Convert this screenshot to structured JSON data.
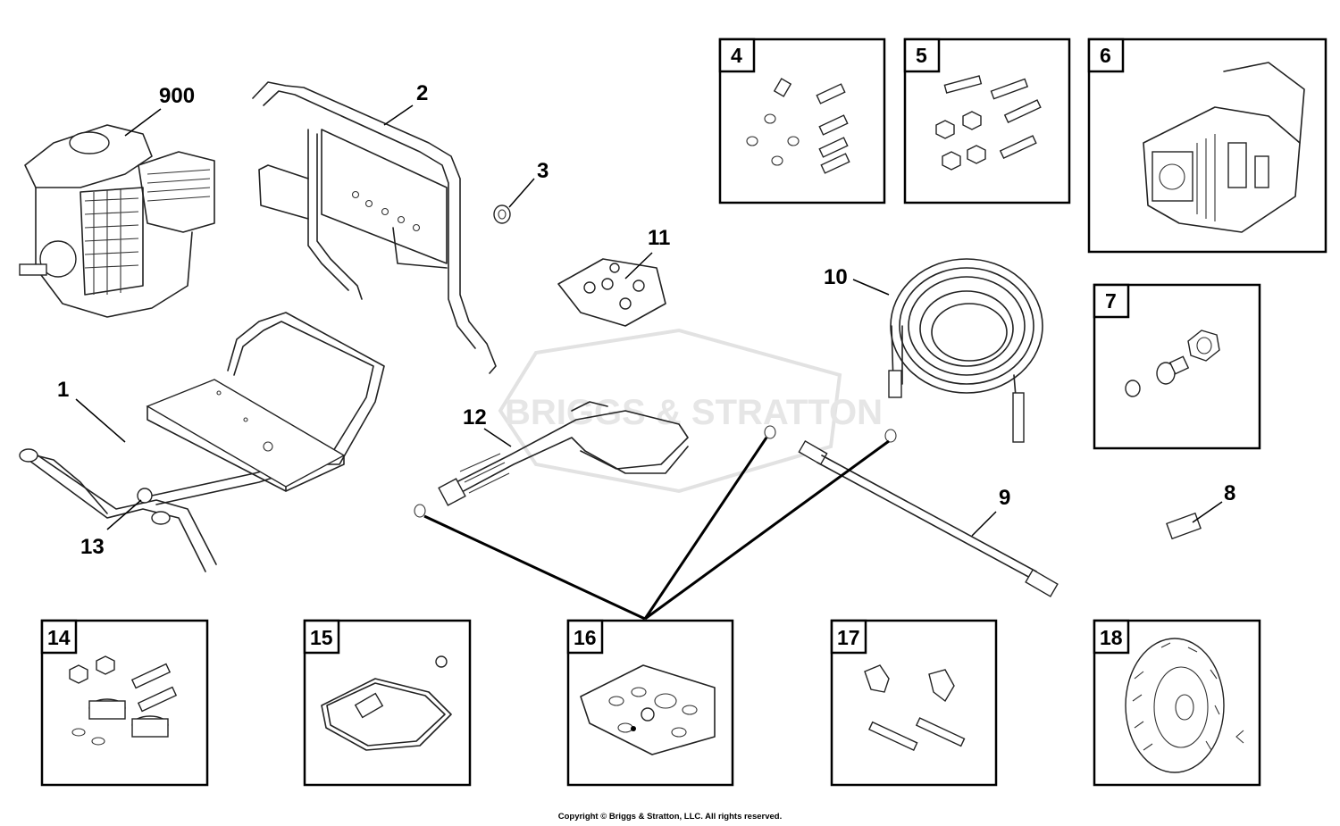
{
  "callouts": {
    "c900": "900",
    "c2": "2",
    "c3": "3",
    "c11": "11",
    "c1": "1",
    "c13": "13",
    "c12": "12",
    "c10": "10",
    "c9": "9",
    "c8": "8"
  },
  "boxes": {
    "b4": "4",
    "b5": "5",
    "b6": "6",
    "b7": "7",
    "b14": "14",
    "b15": "15",
    "b16": "16",
    "b17": "17",
    "b18": "18"
  },
  "watermark": "BRIGGS & STRATTON",
  "copyright": "Copyright © Briggs & Stratton, LLC. All rights reserved."
}
